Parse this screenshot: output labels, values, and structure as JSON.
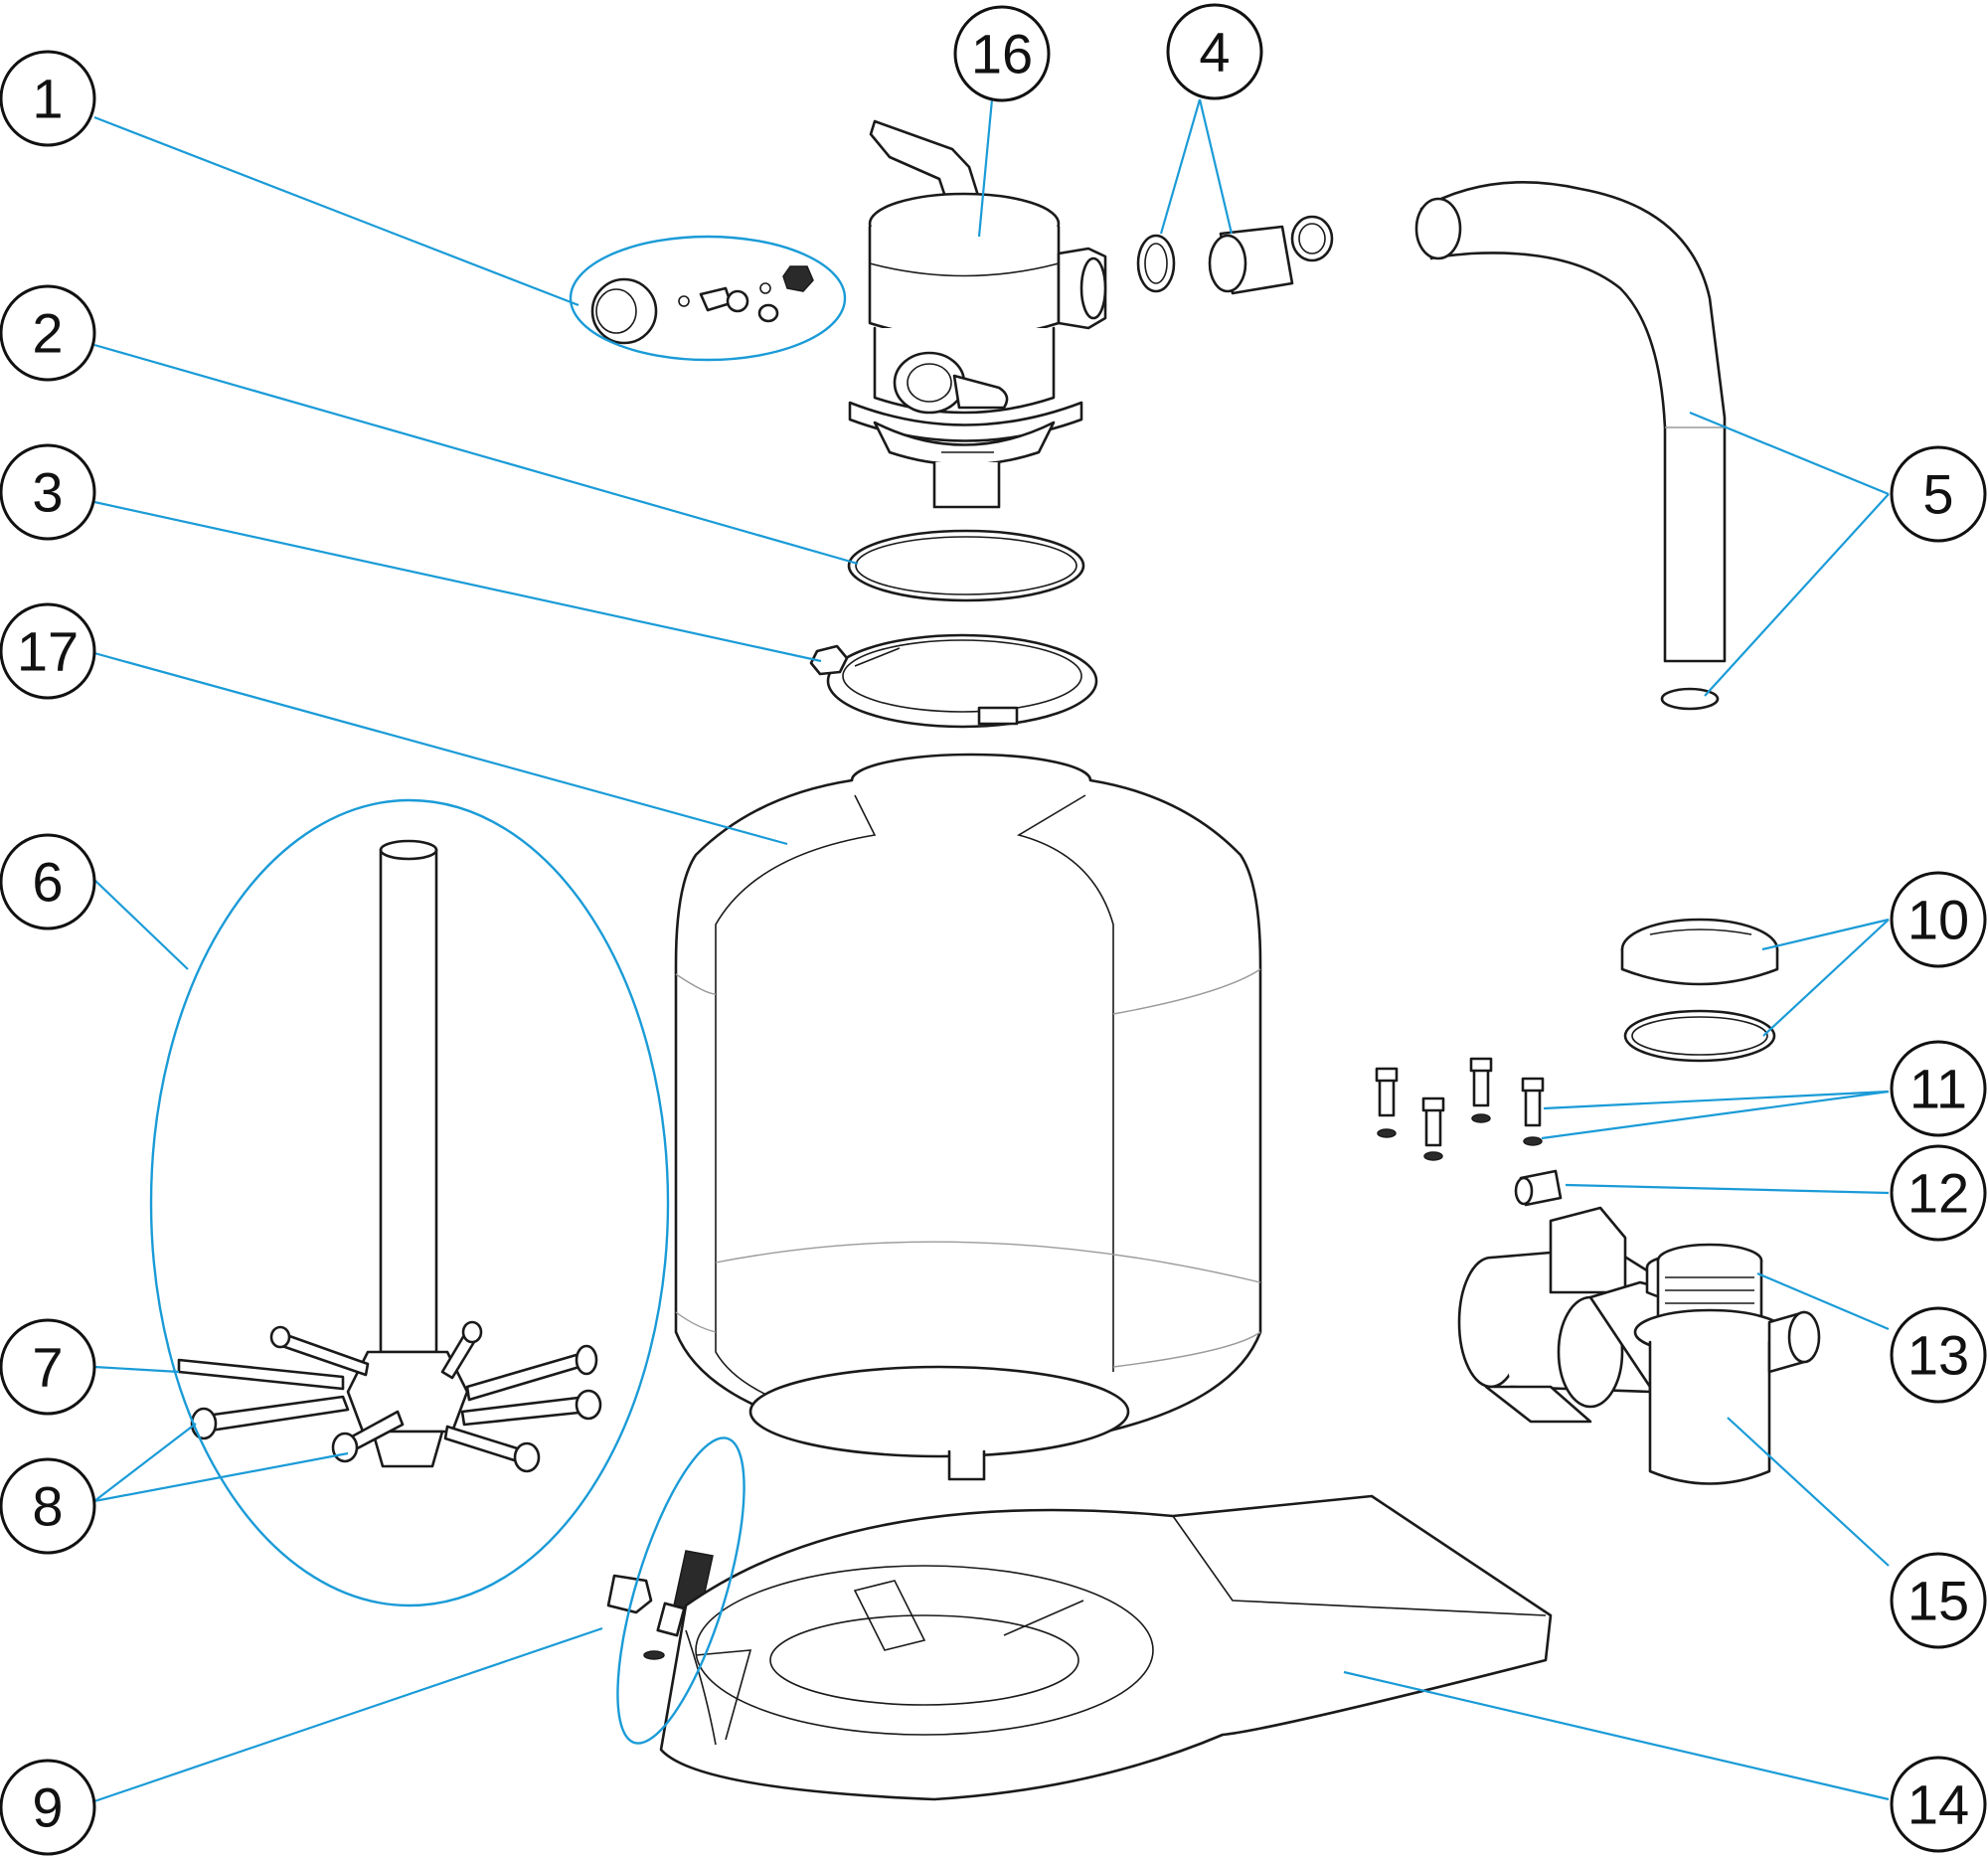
{
  "callouts": [
    {
      "number": "1"
    },
    {
      "number": "2"
    },
    {
      "number": "3"
    },
    {
      "number": "4"
    },
    {
      "number": "5"
    },
    {
      "number": "6"
    },
    {
      "number": "7"
    },
    {
      "number": "8"
    },
    {
      "number": "9"
    },
    {
      "number": "10"
    },
    {
      "number": "11"
    },
    {
      "number": "12"
    },
    {
      "number": "13"
    },
    {
      "number": "14"
    },
    {
      "number": "15"
    },
    {
      "number": "16"
    },
    {
      "number": "17"
    }
  ],
  "colors": {
    "leader_line": "#1a9bd7",
    "outline": "#1a1a1a",
    "background": "#ffffff"
  }
}
